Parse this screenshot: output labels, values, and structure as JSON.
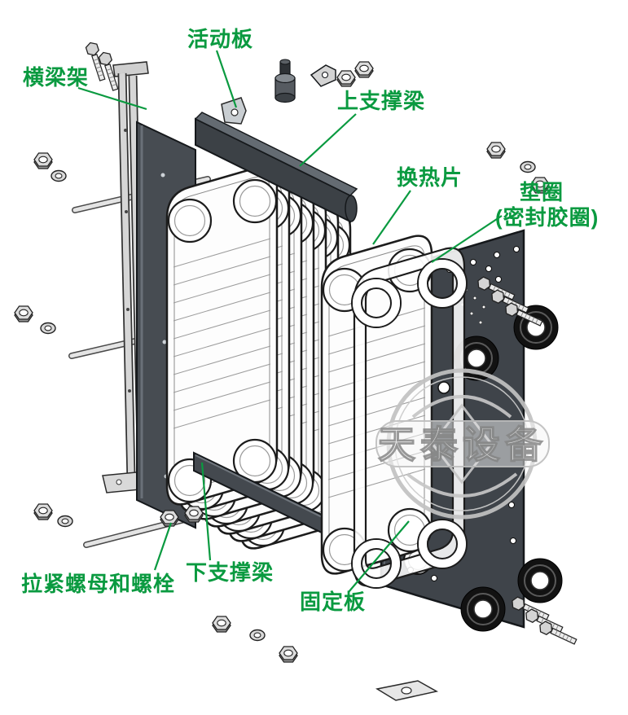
{
  "diagram": {
    "type": "exploded-view-technical-diagram",
    "subject": "plate-heat-exchanger",
    "labels": {
      "movable_plate": "活动板",
      "beam_frame": "横梁架",
      "upper_support_beam": "上支撑梁",
      "heat_exchange_plate": "换热片",
      "gasket": "垫圈",
      "gasket_sub": "(密封胶圈)",
      "tension_nuts_bolts": "拉紧螺母和螺栓",
      "lower_support_beam": "下支撑梁",
      "fixed_plate": "固定板"
    },
    "watermark": "天泰设备",
    "colors": {
      "label_green": "#0a9a40",
      "plate_dark": "#3f444a",
      "light_metal": "#d9d9d9",
      "rubber_black": "#121212"
    }
  }
}
